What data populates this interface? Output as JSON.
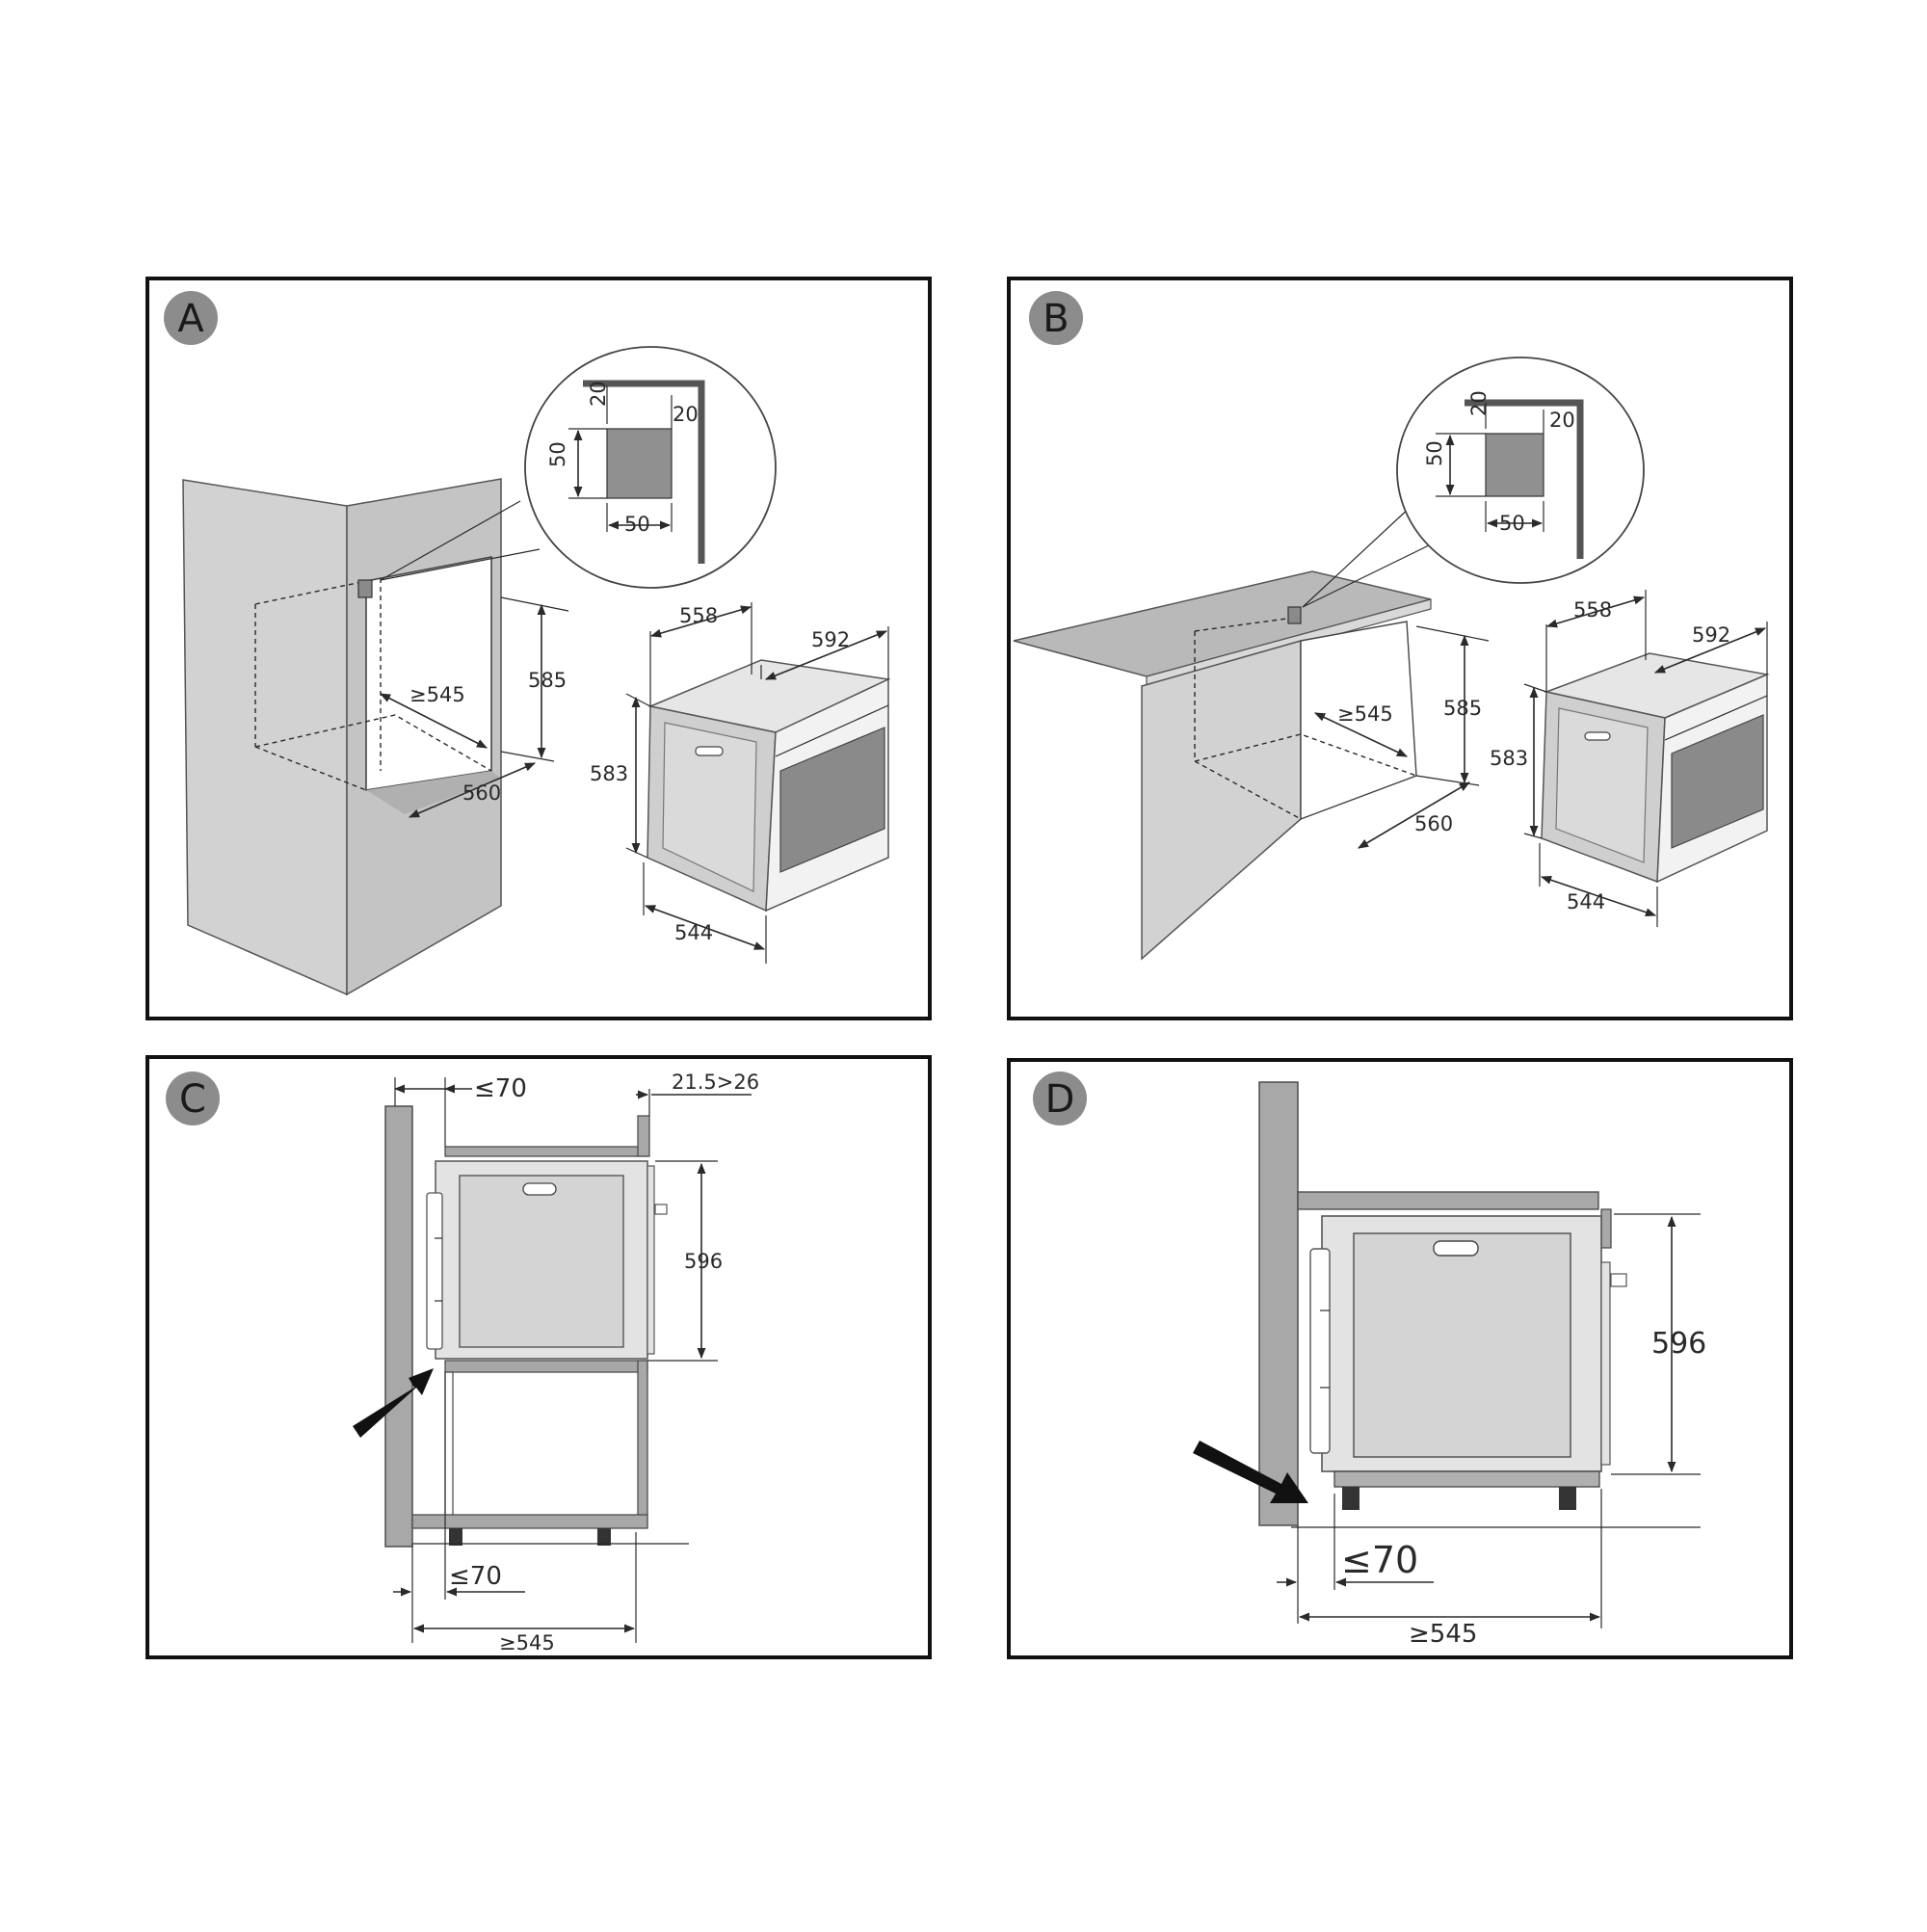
{
  "colors": {
    "frame": "#111111",
    "badge": "#8c8c8c",
    "cabinet_light": "#d2d2d2",
    "cabinet_mid": "#b9b9b9",
    "oven_dark": "#7a7a7a",
    "arrow": "#111111"
  },
  "panels": {
    "a": {
      "label": "A",
      "detail": {
        "top": "20",
        "right": "20",
        "side": "50",
        "bottom": "50"
      },
      "niche": {
        "width": "≥545",
        "height": "585",
        "depth": "560"
      },
      "oven": {
        "depth_top": "558",
        "width_top": "592",
        "height": "583",
        "depth_bottom": "544"
      }
    },
    "b": {
      "label": "B",
      "detail": {
        "top": "20",
        "right": "20",
        "side": "50",
        "bottom": "50"
      },
      "niche": {
        "width": "≥545",
        "height": "585",
        "depth": "560"
      },
      "oven": {
        "depth_top": "558",
        "width_top": "592",
        "height": "583",
        "depth_bottom": "544"
      }
    },
    "c": {
      "label": "C",
      "gap_top": "≤70",
      "panel_thickness": "21.5>26",
      "height": "596",
      "gap_bottom": "≤70",
      "width": "≥545"
    },
    "d": {
      "label": "D",
      "height": "596",
      "gap_bottom": "≤70",
      "width": "≥545"
    }
  }
}
